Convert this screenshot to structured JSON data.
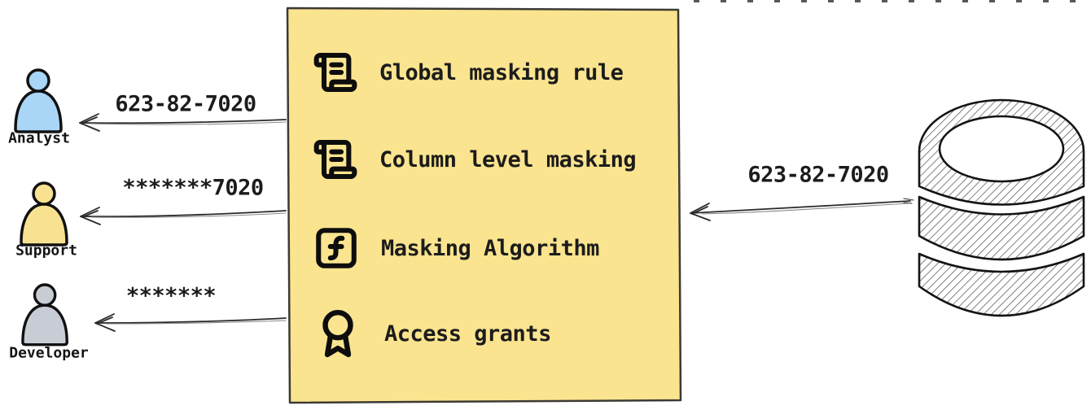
{
  "box": {
    "fill": "#FAE48F",
    "border_color": "#3d3a34",
    "items": [
      {
        "icon": "scroll-text-icon",
        "label": "Global masking rule"
      },
      {
        "icon": "scroll-text-icon",
        "label": "Column level masking"
      },
      {
        "icon": "function-square-icon",
        "label": "Masking Algorithm"
      },
      {
        "icon": "award-icon",
        "label": "Access grants"
      }
    ]
  },
  "actors": [
    {
      "name": "Analyst",
      "icon": "person-icon",
      "fill": "#A9D5F6",
      "received_value": "623-82-7020"
    },
    {
      "name": "Support",
      "icon": "person-icon",
      "fill": "#F8E291",
      "received_value": "*******7020"
    },
    {
      "name": "Developer",
      "icon": "person-icon",
      "fill": "#C8CDD5",
      "received_value": "*******"
    }
  ],
  "database": {
    "icon": "database-cylinder-icon",
    "outgoing_value": "623-82-7020"
  }
}
